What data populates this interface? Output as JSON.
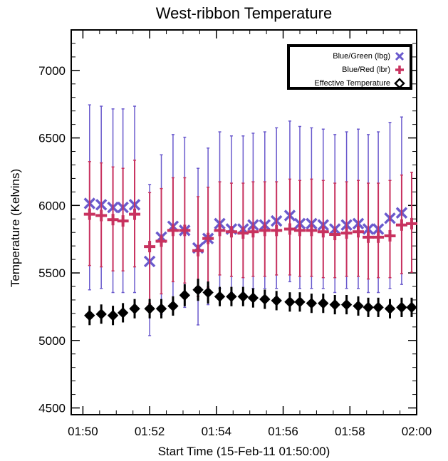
{
  "chart_data": {
    "type": "scatter",
    "title": "West-ribbon Temperature",
    "xlabel": "Start Time (15-Feb-11 01:50:00)",
    "ylabel": "Temperature (Kelvins)",
    "x_tick_labels": [
      "01:50",
      "01:52",
      "01:54",
      "01:56",
      "01:58",
      "02:00"
    ],
    "y_ticks": [
      4500,
      5000,
      5500,
      6000,
      6500,
      7000
    ],
    "xlim_minutes": [
      -0.35,
      10.0
    ],
    "ylim": [
      4450,
      7300
    ],
    "legend_position": "top-right",
    "x_minutes": [
      0.2,
      0.55,
      0.9,
      1.2,
      1.55,
      2.0,
      2.35,
      2.7,
      3.05,
      3.45,
      3.75,
      4.1,
      4.45,
      4.8,
      5.1,
      5.45,
      5.8,
      6.2,
      6.5,
      6.85,
      7.2,
      7.55,
      7.9,
      8.25,
      8.55,
      8.85,
      9.2,
      9.55
    ],
    "series": [
      {
        "name": "Blue/Green (lbg)",
        "color": "#6a5acd",
        "marker": "x",
        "values": [
          6015,
          6005,
          5985,
          5985,
          6005,
          5585,
          5765,
          5845,
          5815,
          5685,
          5755,
          5865,
          5825,
          5825,
          5855,
          5855,
          5885,
          5925,
          5865,
          5865,
          5855,
          5825,
          5855,
          5865,
          5825,
          5825,
          5905,
          5945
        ],
        "err_low": [
          5375,
          5385,
          5355,
          5355,
          5355,
          5035,
          5195,
          5245,
          5245,
          5115,
          5265,
          5385,
          5355,
          5355,
          5385,
          5385,
          5385,
          5435,
          5385,
          5385,
          5385,
          5355,
          5385,
          5385,
          5355,
          5355,
          5385,
          5415
        ],
        "err_high": [
          6745,
          6735,
          6715,
          6715,
          6735,
          6155,
          6375,
          6525,
          6505,
          6275,
          6425,
          6545,
          6515,
          6515,
          6535,
          6545,
          6575,
          6625,
          6585,
          6575,
          6565,
          6525,
          6545,
          6565,
          6525,
          6545,
          6615,
          6655
        ]
      },
      {
        "name": "Blue/Red (lbr)",
        "color": "#c8325f",
        "marker": "+",
        "values": [
          5935,
          5925,
          5895,
          5885,
          5935,
          5695,
          5735,
          5815,
          5815,
          5665,
          5755,
          5815,
          5805,
          5795,
          5805,
          5815,
          5815,
          5825,
          5815,
          5815,
          5805,
          5785,
          5795,
          5805,
          5765,
          5765,
          5775,
          5855,
          5865
        ],
        "err_low": [
          5555,
          5545,
          5515,
          5515,
          5545,
          5275,
          5345,
          5435,
          5425,
          5325,
          5395,
          5485,
          5475,
          5465,
          5475,
          5475,
          5485,
          5485,
          5475,
          5475,
          5465,
          5465,
          5475,
          5475,
          5455,
          5465,
          5465,
          5495,
          5505
        ],
        "err_high": [
          6325,
          6315,
          6285,
          6275,
          6335,
          6095,
          6125,
          6205,
          6205,
          6065,
          6135,
          6175,
          6165,
          6165,
          6175,
          6175,
          6175,
          6195,
          6185,
          6195,
          6185,
          6165,
          6175,
          6185,
          6165,
          6165,
          6185,
          6225,
          6245
        ]
      },
      {
        "name": "Effective Temperature",
        "color": "#000000",
        "marker": "diamond",
        "values": [
          5185,
          5195,
          5185,
          5205,
          5235,
          5235,
          5235,
          5255,
          5335,
          5375,
          5355,
          5325,
          5325,
          5325,
          5315,
          5305,
          5295,
          5285,
          5285,
          5275,
          5275,
          5265,
          5265,
          5255,
          5245,
          5245,
          5235,
          5245,
          5245
        ],
        "err_low": [
          5145,
          5155,
          5145,
          5165,
          5195,
          5195,
          5195,
          5215,
          5285,
          5325,
          5305,
          5285,
          5285,
          5285,
          5275,
          5265,
          5255,
          5245,
          5245,
          5235,
          5235,
          5225,
          5225,
          5215,
          5205,
          5205,
          5195,
          5205,
          5205
        ],
        "err_high": [
          5225,
          5235,
          5225,
          5245,
          5275,
          5275,
          5275,
          5295,
          5385,
          5425,
          5405,
          5365,
          5365,
          5365,
          5355,
          5345,
          5335,
          5325,
          5325,
          5315,
          5315,
          5305,
          5305,
          5295,
          5285,
          5285,
          5275,
          5285,
          5285
        ]
      }
    ],
    "effective_x_minutes": [
      0.2,
      0.55,
      0.9,
      1.2,
      1.55,
      2.0,
      2.35,
      2.7,
      3.05,
      3.45,
      3.75,
      4.1,
      4.45,
      4.8,
      5.1,
      5.45,
      5.8,
      6.2,
      6.5,
      6.85,
      7.2,
      7.55,
      7.9,
      8.25,
      8.55,
      8.85,
      9.2,
      9.55,
      9.55
    ]
  }
}
